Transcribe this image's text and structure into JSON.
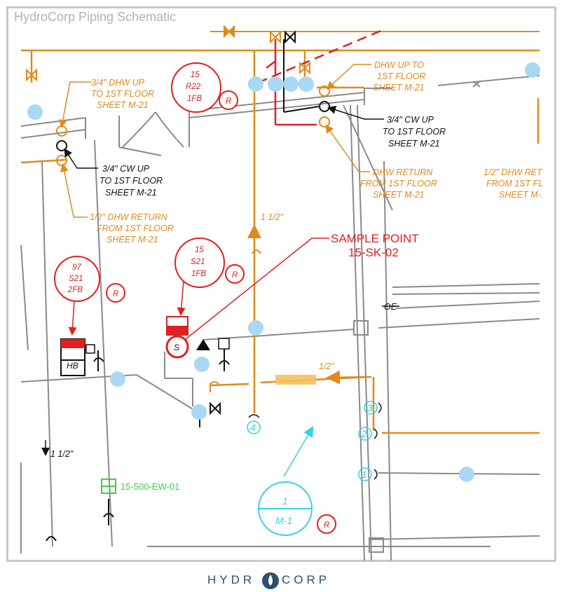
{
  "title": "HydroCorp Piping Schematic",
  "colors": {
    "orange": "#e08a1e",
    "red": "#e0201f",
    "cyan": "#35d0ee",
    "bubble": "#a9d8f2",
    "gray": "#808080",
    "green": "#38d43a",
    "brand": "#2f4f6a"
  },
  "labels": {
    "dhw_up_left": [
      "3/4\" DHW UP",
      "TO 1ST FLOOR",
      "SHEET M-21"
    ],
    "cw_up_left": [
      "3/4\" CW UP",
      "TO 1ST FLOOR",
      "SHEET M-21"
    ],
    "dhw_return_left": [
      "1/2\" DHW RETURN",
      "FROM 1ST FLOOR",
      "SHEET M-21"
    ],
    "dhw_up_right": [
      "DHW UP TO",
      "1ST FLOOR",
      "SHEET M-21"
    ],
    "cw_up_right": [
      "3/4\" CW UP",
      "TO 1ST FLOOR",
      "SHEET M-21"
    ],
    "dhw_return_right": [
      "DHW RETURN",
      "FROM 1ST FLOOR",
      "SHEET M-21"
    ],
    "dhw_return_far_right": [
      "1/2\" DHW RET",
      "FROM 1ST FL",
      "SHEET M-."
    ],
    "pipe_size_center": "1 1/2\"",
    "pipe_size_left": "1 1/2\"",
    "pipe_size_half": "1/2\"",
    "oe": "OE"
  },
  "sample_point": {
    "line1": "SAMPLE POINT",
    "line2": "15-SK-02"
  },
  "tags": [
    {
      "lines": [
        "15",
        "R22",
        "1FB"
      ],
      "r": "R"
    },
    {
      "lines": [
        "15",
        "S21",
        "1FB"
      ],
      "r": "R"
    },
    {
      "lines": [
        "97",
        "S21",
        "2FB"
      ],
      "r": "R"
    }
  ],
  "fixtures": {
    "hb": "HB",
    "s": "S"
  },
  "eyewash": "15-500-EW-01",
  "detail": {
    "num": "1",
    "sheet": "M-1",
    "r": "R"
  },
  "markers": [
    "1",
    "2",
    "3",
    "4"
  ],
  "brand": {
    "left": "HYDR",
    "right": "CORP"
  }
}
